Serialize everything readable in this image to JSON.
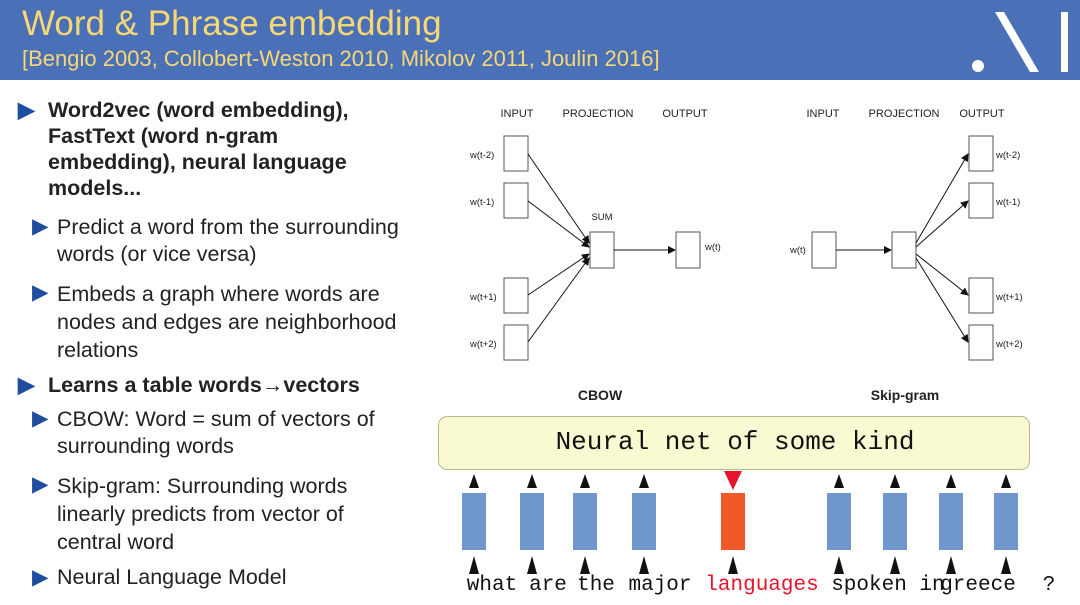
{
  "header": {
    "title": "Word & Phrase embedding",
    "subtitle": "[Bengio 2003, Collobert-Weston 2010, Mikolov 2011, Joulin 2016]"
  },
  "bullets": {
    "b1_lines": [
      "Word2vec (word embedding),",
      "FastText (word n-gram",
      "embedding), neural language",
      "models..."
    ],
    "b1a_lines": [
      "Predict a word from the surrounding",
      "words (or vice versa)"
    ],
    "b1b_lines": [
      "Embeds a graph where words are",
      "nodes and edges are neighborhood",
      "relations"
    ],
    "b2": "Learns a table words→vectors",
    "b2a_lines": [
      "CBOW: Word = sum of vectors of",
      "surrounding words"
    ],
    "b2b_lines": [
      "Skip-gram: Surrounding words",
      "linearly predicts from vector of",
      "central word"
    ],
    "b2c": "Neural Language Model"
  },
  "diagram": {
    "cbow": {
      "headers": [
        "INPUT",
        "PROJECTION",
        "OUTPUT"
      ],
      "inputs": [
        "w(t-2)",
        "w(t-1)",
        "w(t+1)",
        "w(t+2)"
      ],
      "sum_label": "SUM",
      "output": "w(t)",
      "caption": "CBOW"
    },
    "skipgram": {
      "headers": [
        "INPUT",
        "PROJECTION",
        "OUTPUT"
      ],
      "input": "w(t)",
      "outputs": [
        "w(t-2)",
        "w(t-1)",
        "w(t+1)",
        "w(t+2)"
      ],
      "caption": "Skip-gram"
    }
  },
  "neural_net": {
    "label": "Neural net of some kind",
    "sentence": [
      "what",
      "are",
      "the",
      "major",
      "languages",
      "spoken",
      "in",
      "greece",
      "?"
    ],
    "target_word": "languages"
  },
  "colors": {
    "header_bg": "#4a70b8",
    "title": "#f7d774",
    "bullet_triangle": "#1f4e9e",
    "word_box": "#6f97cc",
    "target_box": "#f05a28",
    "target_arrow": "#e8132b",
    "target_text": "#e8132b",
    "nn_bg": "#fafad2"
  }
}
